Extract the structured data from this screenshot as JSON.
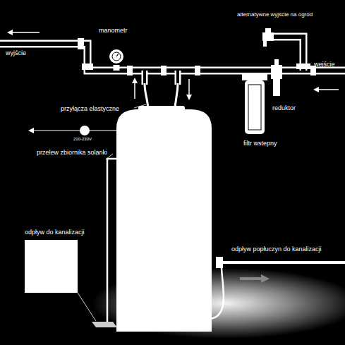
{
  "diagram": {
    "nodes": [
      {
        "text": [
          "odpływ do kanalizacji"
        ]
      }
    ],
    "labels": [
      "manometr",
      "alternatywne wyjście na ogród",
      "wyjście",
      "wejście",
      "przyłącza elastyczne",
      "reduktor",
      "filtr wstepny",
      "210-230V",
      "przelew zbiornika solanki",
      "odpływ popłuczyn do kanalizacji"
    ]
  }
}
